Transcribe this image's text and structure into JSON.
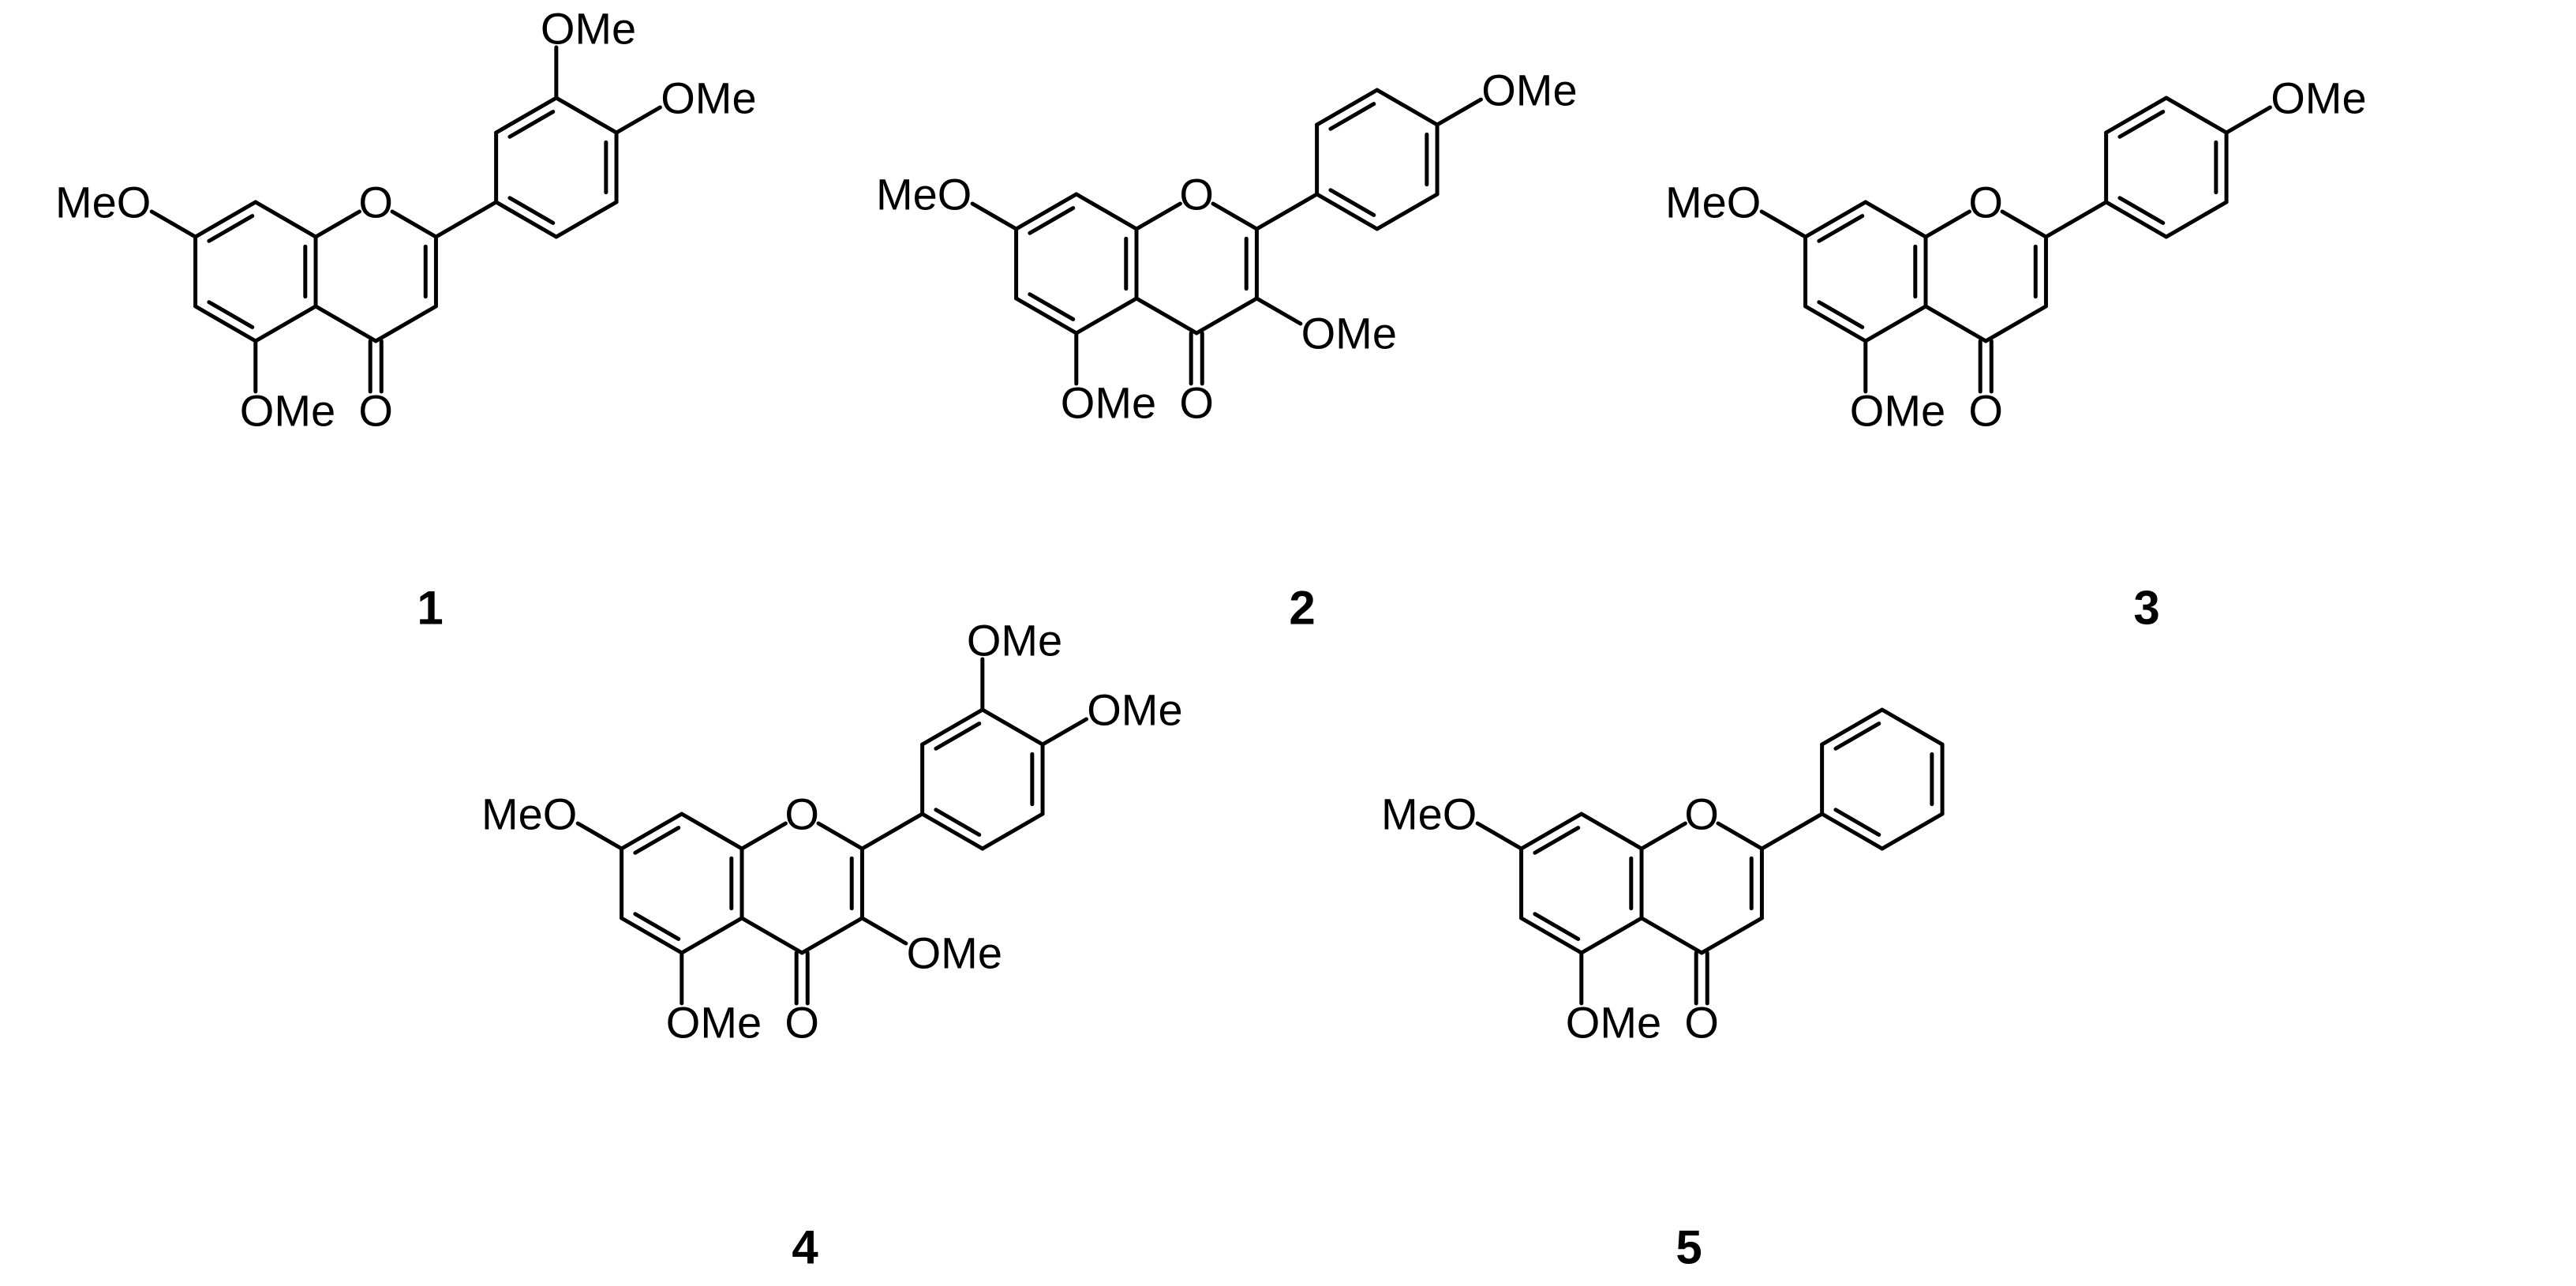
{
  "colors": {
    "ink": "#000000",
    "paper": "#ffffff"
  },
  "labels": {
    "methoxy_right": "OMe",
    "methoxy_left": "MeO",
    "ring_oxygen": "O",
    "carbonyl_oxygen": "O"
  },
  "compounds": [
    {
      "number": "1",
      "substituents": {
        "O7": "MeO",
        "O5": "OMe",
        "O3": null,
        "O3p": "OMe",
        "O4p": "OMe"
      }
    },
    {
      "number": "2",
      "substituents": {
        "O7": "MeO",
        "O5": "OMe",
        "O3": "OMe",
        "O3p": null,
        "O4p": "OMe"
      }
    },
    {
      "number": "3",
      "substituents": {
        "O7": "MeO",
        "O5": "OMe",
        "O3": null,
        "O3p": null,
        "O4p": "OMe"
      }
    },
    {
      "number": "4",
      "substituents": {
        "O7": "MeO",
        "O5": "OMe",
        "O3": "OMe",
        "O3p": "OMe",
        "O4p": "OMe"
      }
    },
    {
      "number": "5",
      "substituents": {
        "O7": "MeO",
        "O5": "OMe",
        "O3": null,
        "O3p": null,
        "O4p": null
      }
    }
  ]
}
